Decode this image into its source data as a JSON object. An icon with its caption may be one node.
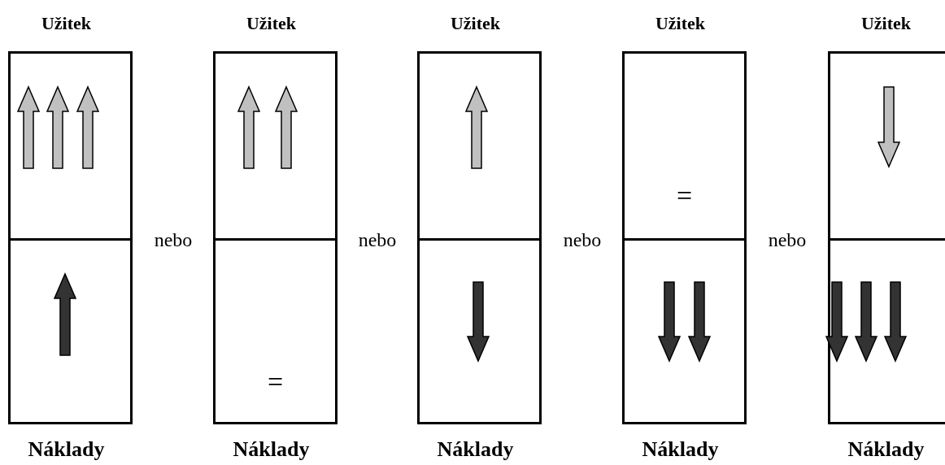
{
  "diagram": {
    "nodes": [
      {
        "text": [
          "Užitek",
          "Náklady"
        ]
      },
      {
        "text": [],
        "shape": "box",
        "in": 0
      },
      {
        "text": [],
        "shape": "box",
        "in": 0
      },
      {
        "text": [
          "Užitek",
          "Náklady"
        ]
      },
      {
        "text": [],
        "shape": "box",
        "in": 3
      },
      {
        "text": [
          "="
        ],
        "in": 3
      },
      {
        "text": [
          "Užitek",
          "Náklady"
        ]
      },
      {
        "text": [],
        "shape": "box",
        "in": 6
      },
      {
        "text": [],
        "shape": "box",
        "in": 6
      },
      {
        "text": [
          "Užitek",
          "Náklady"
        ]
      },
      {
        "text": [
          "="
        ],
        "in": 9
      },
      {
        "text": [],
        "shape": "box",
        "in": 9
      },
      {
        "text": [
          "Užitek",
          "Náklady"
        ]
      },
      {
        "text": [],
        "shape": "box",
        "in": 12
      },
      {
        "text": [],
        "shape": "box",
        "in": 12
      }
    ],
    "labels": [
      "nebo",
      "nebo",
      "nebo",
      "nebo"
    ]
  }
}
